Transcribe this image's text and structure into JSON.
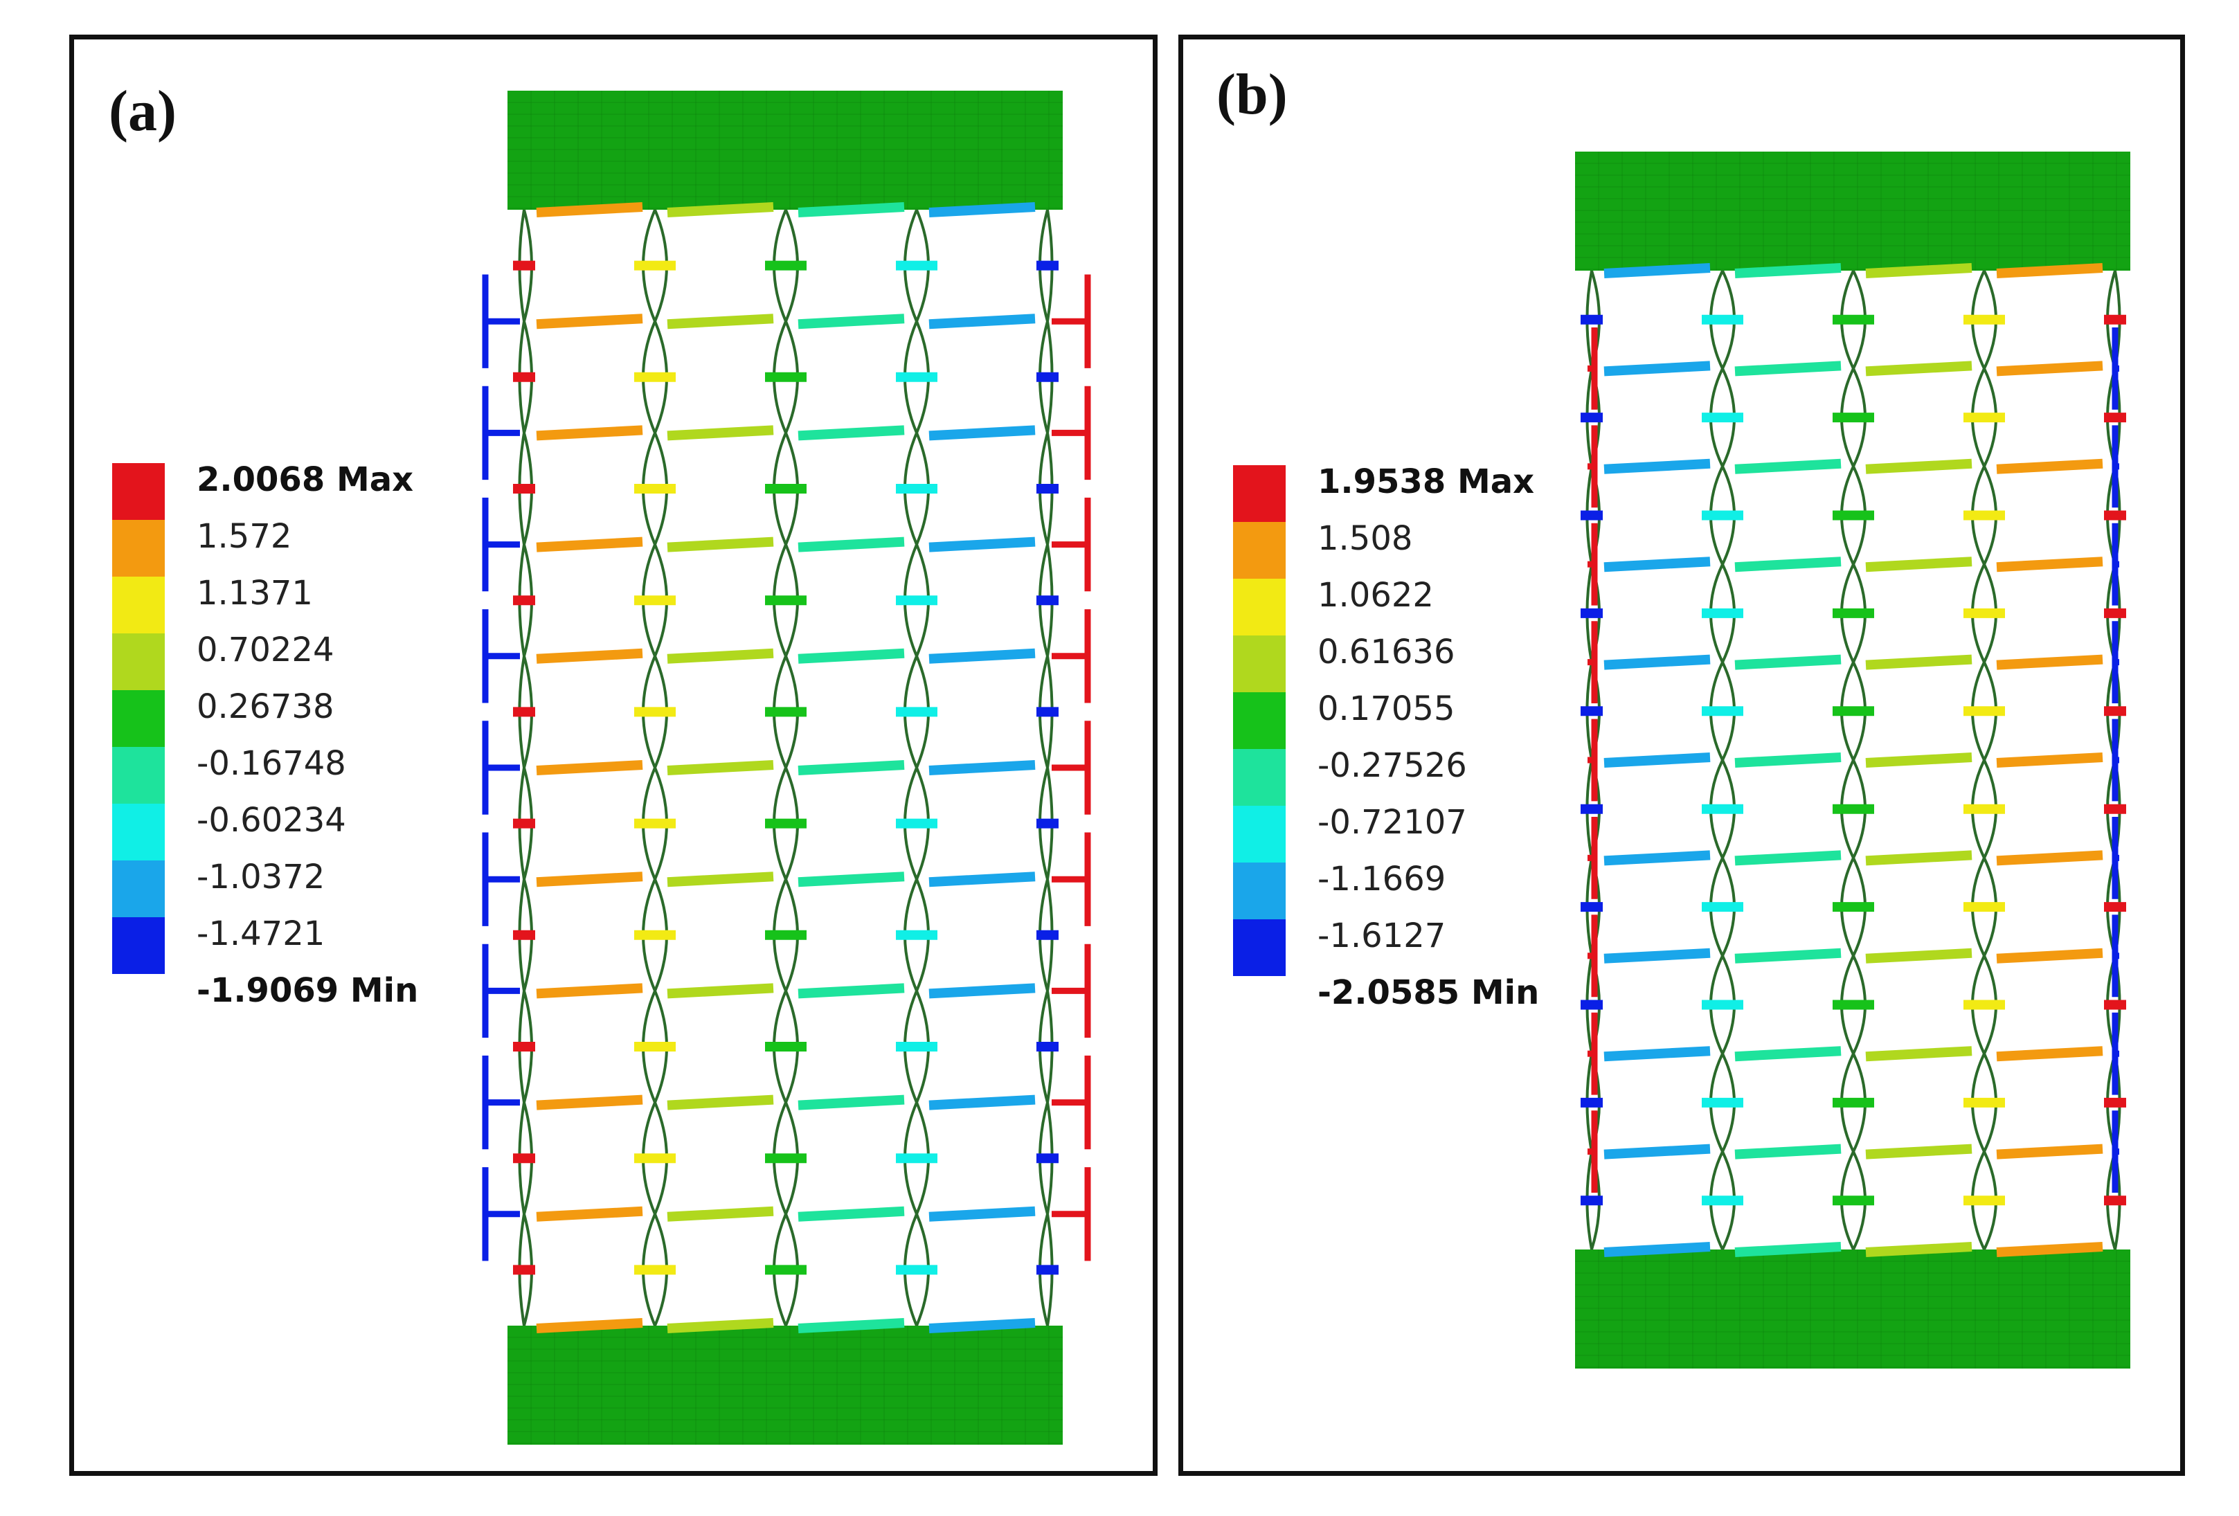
{
  "panels": [
    {
      "id": "a",
      "label": "(a)",
      "legend": {
        "max_label": "2.0068 Max",
        "values": [
          "1.572",
          "1.1371",
          "0.70224",
          "0.26738",
          "-0.16748",
          "-0.60234",
          "-1.0372",
          "-1.4721"
        ],
        "min_label": "-1.9069 Min"
      }
    },
    {
      "id": "b",
      "label": "(b)",
      "legend": {
        "max_label": "1.9538 Max",
        "values": [
          "1.508",
          "1.0622",
          "0.61636",
          "0.17055",
          "-0.27526",
          "-0.72107",
          "-1.1669",
          "-1.6127"
        ],
        "min_label": "-2.0585 Min"
      }
    }
  ],
  "colors": {
    "scale": [
      "#e3141c",
      "#f39a10",
      "#f2ea14",
      "#b0d81e",
      "#16c21a",
      "#1ee39c",
      "#10efe6",
      "#1aa6ea",
      "#0a1fe6"
    ],
    "plate": "#13a313",
    "plate_mesh": "#0b7a0b",
    "strut_outline": "#2a6a2a"
  }
}
